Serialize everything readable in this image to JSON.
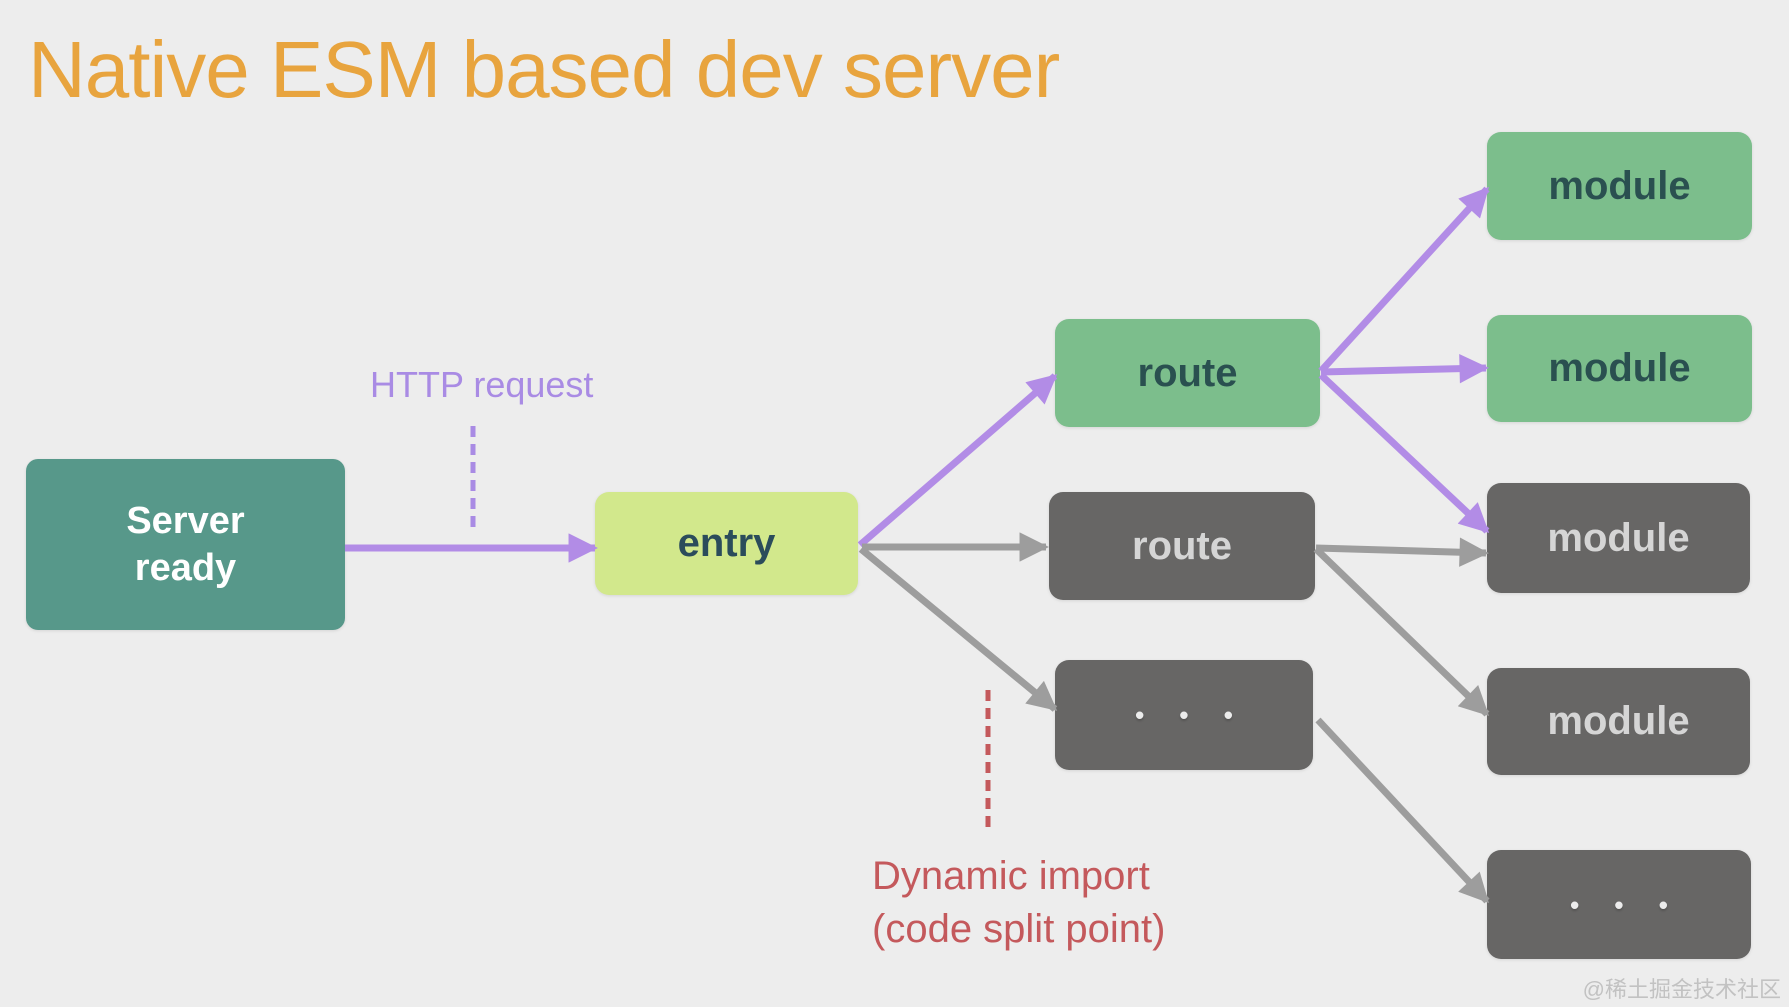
{
  "title": "Native ESM based dev server",
  "colors": {
    "bg": "#EDEDED",
    "title": "#E8A43E",
    "teal": "#57988A",
    "lime": "#D2E88C",
    "green": "#7CBE8C",
    "dark": "#676665",
    "purple": "#B28CE6",
    "purple-label": "#A98BE4",
    "gray": "#9D9D9D",
    "red": "#C4595C",
    "text-dark-green": "#2A5050",
    "text-dark-lime": "#2B4C5B",
    "text-light": "#D5D5D5",
    "dots": "#ECECEC",
    "watermark": "#C2C2C2",
    "white": "#FFFFFF"
  },
  "nodes": {
    "server_ready": {
      "line1": "Server",
      "line2": "ready"
    },
    "entry": "entry",
    "route_top": "route",
    "route_mid": "route",
    "more_routes": "• • •",
    "module_1": "module",
    "module_2": "module",
    "module_3": "module",
    "module_4": "module",
    "more_modules": "• • •"
  },
  "annotations": {
    "http_request": "HTTP request",
    "dynamic_import_line1": "Dynamic import",
    "dynamic_import_line2": "(code split point)"
  },
  "watermark": "@稀土掘金技术社区",
  "edges": [
    {
      "from": "server_ready",
      "to": "entry",
      "style": "purple"
    },
    {
      "from": "entry",
      "to": "route_top",
      "style": "purple"
    },
    {
      "from": "entry",
      "to": "route_mid",
      "style": "gray"
    },
    {
      "from": "entry",
      "to": "more_routes",
      "style": "gray"
    },
    {
      "from": "route_top",
      "to": "module_1",
      "style": "purple"
    },
    {
      "from": "route_top",
      "to": "module_2",
      "style": "purple"
    },
    {
      "from": "route_top",
      "to": "module_3",
      "style": "purple"
    },
    {
      "from": "route_mid",
      "to": "module_3",
      "style": "gray"
    },
    {
      "from": "route_mid",
      "to": "module_4",
      "style": "gray"
    },
    {
      "from": "more_routes",
      "to": "more_modules",
      "style": "gray"
    }
  ]
}
